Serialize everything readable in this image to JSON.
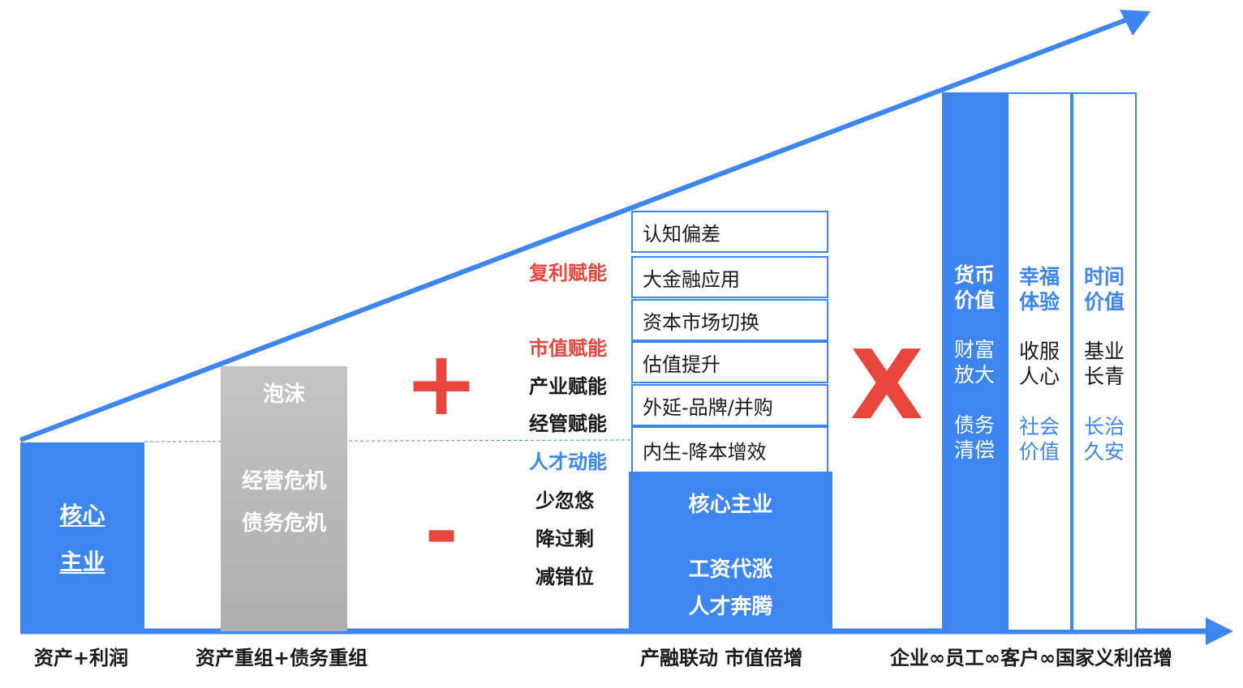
{
  "stage1": {
    "line1": "核心",
    "line2": "主业",
    "label": "资产+利润"
  },
  "stage2": {
    "top": "泡沫",
    "crisis1": "经营危机",
    "crisis2": "债务危机",
    "label": "资产重组+债务重组"
  },
  "symbols": {
    "plus": "+",
    "minus": "-",
    "times": "X"
  },
  "empowerment": {
    "compound": "复利赋能",
    "market_value": "市值赋能",
    "industry": "产业赋能",
    "management": "经管赋能",
    "talent": "人才动能"
  },
  "reductions": [
    "少忽悠",
    "降过剩",
    "减错位"
  ],
  "measures": [
    "认知偏差",
    "大金融应用",
    "资本市场切换",
    "估值提升",
    "外延-品牌/并购",
    "内生-降本增效"
  ],
  "stage3": {
    "title": "核心主业",
    "line1": "工资代涨",
    "line2": "人才奔腾",
    "label": "产融联动  市值倍增"
  },
  "values": [
    {
      "h1": "货币",
      "h2": "价值",
      "m1": "财富",
      "m2": "放大",
      "l1": "债务",
      "l2": "清偿"
    },
    {
      "h1": "幸福",
      "h2": "体验",
      "m1": "收服",
      "m2": "人心",
      "l1": "社会",
      "l2": "价值"
    },
    {
      "h1": "时间",
      "h2": "价值",
      "m1": "基业",
      "m2": "长青",
      "l1": "长治",
      "l2": "久安"
    }
  ],
  "stage4": {
    "label": "企业∞员工∞客户∞国家义利倍增"
  },
  "colors": {
    "blue": "#3d85f0",
    "red": "#e8453c",
    "gray": "#b5b5b5"
  }
}
